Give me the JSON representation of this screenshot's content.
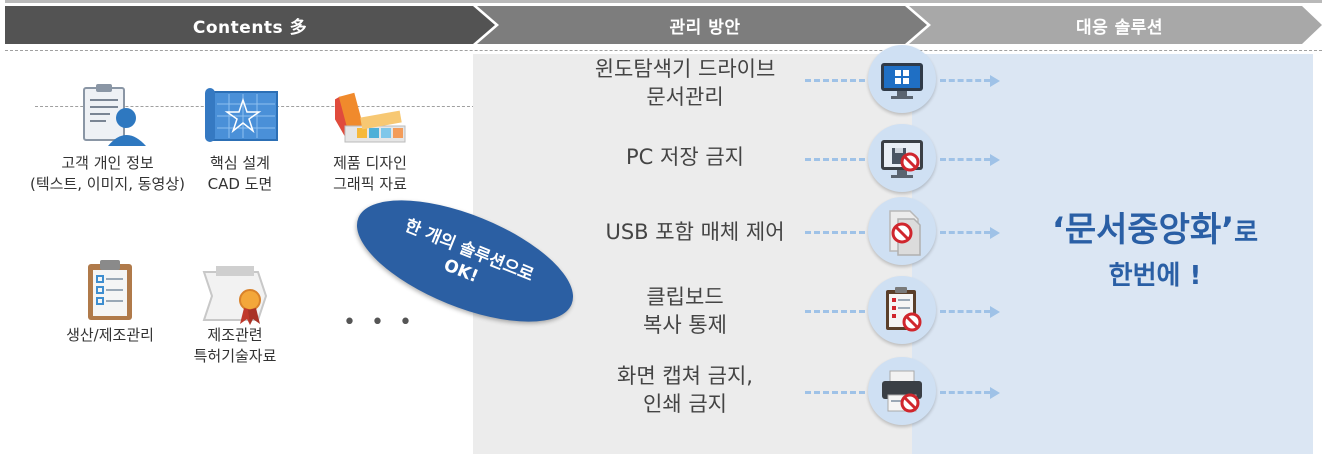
{
  "header": {
    "col1": "Contents 多",
    "col2": "관리 방안",
    "col3": "대응 솔루션"
  },
  "contents": [
    {
      "line1": "고객 개인 정보",
      "line2": "(텍스트, 이미지, 동영상)",
      "icon": "customer-info-icon"
    },
    {
      "line1": "핵심 설계",
      "line2": "CAD 도면",
      "icon": "blueprint-icon"
    },
    {
      "line1": "제품 디자인",
      "line2": "그래픽 자료",
      "icon": "color-palette-icon"
    },
    {
      "line1": "생산/제조관리",
      "line2": "",
      "icon": "clipboard-checklist-icon"
    },
    {
      "line1": "제조관련",
      "line2": "특허기술자료",
      "icon": "certificate-icon"
    }
  ],
  "ellipsis": "• • •",
  "badge": {
    "line1": "한 개의 솔루션으로",
    "line2": "OK!"
  },
  "methods": [
    {
      "line1": "윈도탐색기 드라이브",
      "line2": "문서관리",
      "icon": "windows-monitor-icon"
    },
    {
      "line1": "PC 저장 금지",
      "line2": "",
      "icon": "pc-save-block-icon"
    },
    {
      "line1": "USB 포함 매체 제어",
      "line2": "",
      "icon": "usb-media-block-icon"
    },
    {
      "line1": "클립보드",
      "line2": "복사 통제",
      "icon": "clipboard-block-icon"
    },
    {
      "line1": "화면 캡쳐 금지,",
      "line2": "인쇄 금지",
      "icon": "printer-block-icon"
    }
  ],
  "result": {
    "quote_open": "‘",
    "main": "문서중앙화",
    "quote_close": "’",
    "suffix": "로",
    "line2": "한번에 !"
  }
}
